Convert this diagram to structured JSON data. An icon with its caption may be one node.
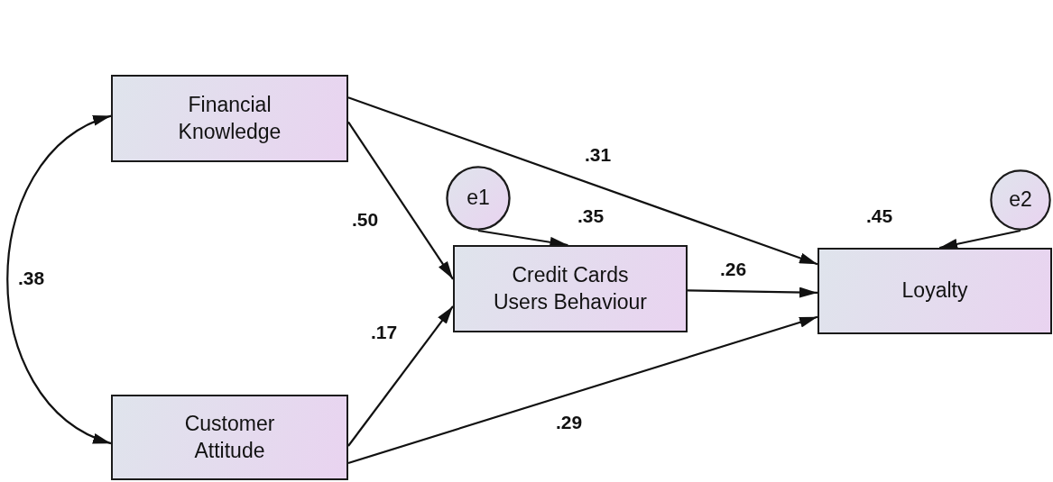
{
  "diagram": {
    "nodes": [
      {
        "text": [
          "Financial Knowledge"
        ]
      },
      {
        "text": [
          "e1"
        ]
      },
      {
        "text": [
          "Credit Cards Users Behaviour"
        ],
        "beside": [
          ".35"
        ]
      },
      {
        "text": [
          "e2"
        ]
      },
      {
        "text": [
          "Loyalty"
        ],
        "beside": [
          ".45"
        ]
      },
      {
        "text": [
          "Customer Attitude"
        ]
      }
    ],
    "edges": [
      {
        "from": 0,
        "to": 2,
        "arrow": "to",
        "label": ".50"
      },
      {
        "from": 0,
        "to": 4,
        "arrow": "to",
        "label": ".31"
      },
      {
        "from": 1,
        "to": 2,
        "arrow": "to"
      },
      {
        "from": 2,
        "to": 4,
        "arrow": "to",
        "label": ".26"
      },
      {
        "from": 3,
        "to": 4,
        "arrow": "to"
      },
      {
        "from": 5,
        "to": 2,
        "arrow": "to",
        "label": ".17"
      },
      {
        "from": 5,
        "to": 4,
        "arrow": "to",
        "label": ".29"
      },
      {
        "from": 0,
        "to": 5,
        "arrow": "both",
        "label": ".38"
      }
    ]
  }
}
